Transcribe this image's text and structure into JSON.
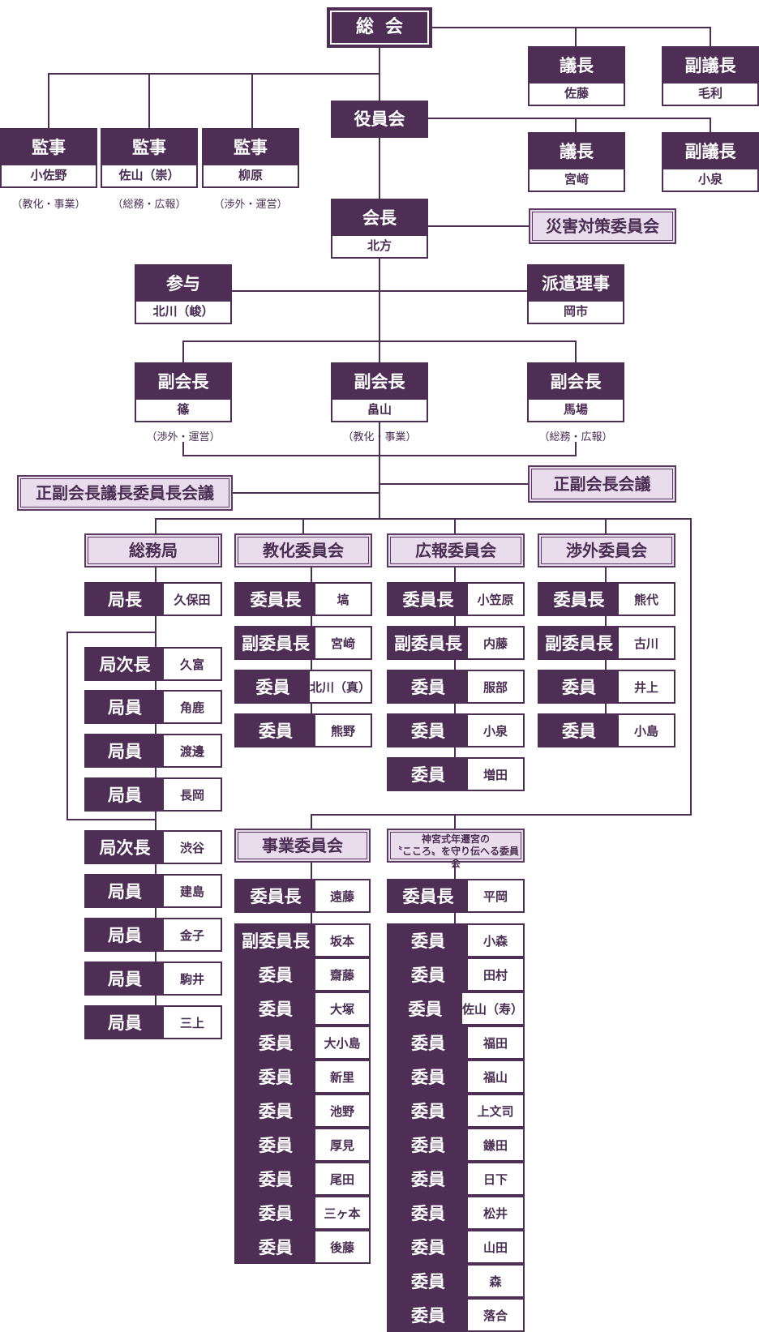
{
  "general_assembly": "総会",
  "board_of_officers": "役員会",
  "assembly_chair": {
    "role": "議長",
    "name": "佐藤"
  },
  "assembly_vice_chair": {
    "role": "副議長",
    "name": "毛利"
  },
  "board_chair": {
    "role": "議長",
    "name": "宮﨑"
  },
  "board_vice_chair": {
    "role": "副議長",
    "name": "小泉"
  },
  "auditors": [
    {
      "role": "監事",
      "name": "小佐野",
      "note": "（教化・事業）"
    },
    {
      "role": "監事",
      "name": "佐山（崇）",
      "note": "（総務・広報）"
    },
    {
      "role": "監事",
      "name": "柳原",
      "note": "（渉外・運営）"
    }
  ],
  "president": {
    "role": "会長",
    "name": "北方"
  },
  "disaster_committee": "災害対策委員会",
  "counselor": {
    "role": "参与",
    "name": "北川（峻）"
  },
  "dispatched_director": {
    "role": "派遣理事",
    "name": "岡市"
  },
  "vice_presidents": [
    {
      "role": "副会長",
      "name": "篠",
      "note": "（渉外・運営）"
    },
    {
      "role": "副会長",
      "name": "畠山",
      "note": "（教化・事業）"
    },
    {
      "role": "副会長",
      "name": "馬場",
      "note": "（総務・広報）"
    }
  ],
  "joint_meeting_left": "正副会長議長委員長会議",
  "joint_meeting_right": "正副会長会議",
  "general_affairs": {
    "title": "総務局",
    "head": {
      "role": "局長",
      "name": "久保田"
    },
    "group1": [
      {
        "role": "局次長",
        "name": "久富"
      },
      {
        "role": "局員",
        "name": "角鹿"
      },
      {
        "role": "局員",
        "name": "渡邊"
      },
      {
        "role": "局員",
        "name": "長岡"
      }
    ],
    "group2": [
      {
        "role": "局次長",
        "name": "渋谷"
      },
      {
        "role": "局員",
        "name": "建島"
      },
      {
        "role": "局員",
        "name": "金子"
      },
      {
        "role": "局員",
        "name": "駒井"
      },
      {
        "role": "局員",
        "name": "三上"
      }
    ]
  },
  "education_committee": {
    "title": "教化委員会",
    "members": [
      {
        "role": "委員長",
        "name": "塙"
      },
      {
        "role": "副委員長",
        "name": "宮﨑"
      },
      {
        "role": "委員",
        "name": "北川（真）"
      },
      {
        "role": "委員",
        "name": "熊野"
      }
    ]
  },
  "pr_committee": {
    "title": "広報委員会",
    "members": [
      {
        "role": "委員長",
        "name": "小笠原"
      },
      {
        "role": "副委員長",
        "name": "内藤"
      },
      {
        "role": "委員",
        "name": "服部"
      },
      {
        "role": "委員",
        "name": "小泉"
      },
      {
        "role": "委員",
        "name": "増田"
      }
    ]
  },
  "external_committee": {
    "title": "渉外委員会",
    "members": [
      {
        "role": "委員長",
        "name": "熊代"
      },
      {
        "role": "副委員長",
        "name": "古川"
      },
      {
        "role": "委員",
        "name": "井上"
      },
      {
        "role": "委員",
        "name": "小島"
      }
    ]
  },
  "business_committee": {
    "title": "事業委員会",
    "members": [
      {
        "role": "委員長",
        "name": "遠藤"
      },
      {
        "role": "副委員長",
        "name": "坂本"
      },
      {
        "role": "委員",
        "name": "齋藤"
      },
      {
        "role": "委員",
        "name": "大塚"
      },
      {
        "role": "委員",
        "name": "大小島"
      },
      {
        "role": "委員",
        "name": "新里"
      },
      {
        "role": "委員",
        "name": "池野"
      },
      {
        "role": "委員",
        "name": "厚見"
      },
      {
        "role": "委員",
        "name": "尾田"
      },
      {
        "role": "委員",
        "name": "三ヶ本"
      },
      {
        "role": "委員",
        "name": "後藤"
      }
    ]
  },
  "shrine_committee": {
    "title_line1": "神宮式年遷宮の",
    "title_line2": "〝こころ〟を守り伝へる委員会",
    "members": [
      {
        "role": "委員長",
        "name": "平岡"
      },
      {
        "role": "委員",
        "name": "小森"
      },
      {
        "role": "委員",
        "name": "田村"
      },
      {
        "role": "委員",
        "name": "佐山（寿）"
      },
      {
        "role": "委員",
        "name": "福田"
      },
      {
        "role": "委員",
        "name": "福山"
      },
      {
        "role": "委員",
        "name": "上文司"
      },
      {
        "role": "委員",
        "name": "鎌田"
      },
      {
        "role": "委員",
        "name": "日下"
      },
      {
        "role": "委員",
        "name": "松井"
      },
      {
        "role": "委員",
        "name": "山田"
      },
      {
        "role": "委員",
        "name": "森"
      },
      {
        "role": "委員",
        "name": "落合"
      }
    ]
  }
}
